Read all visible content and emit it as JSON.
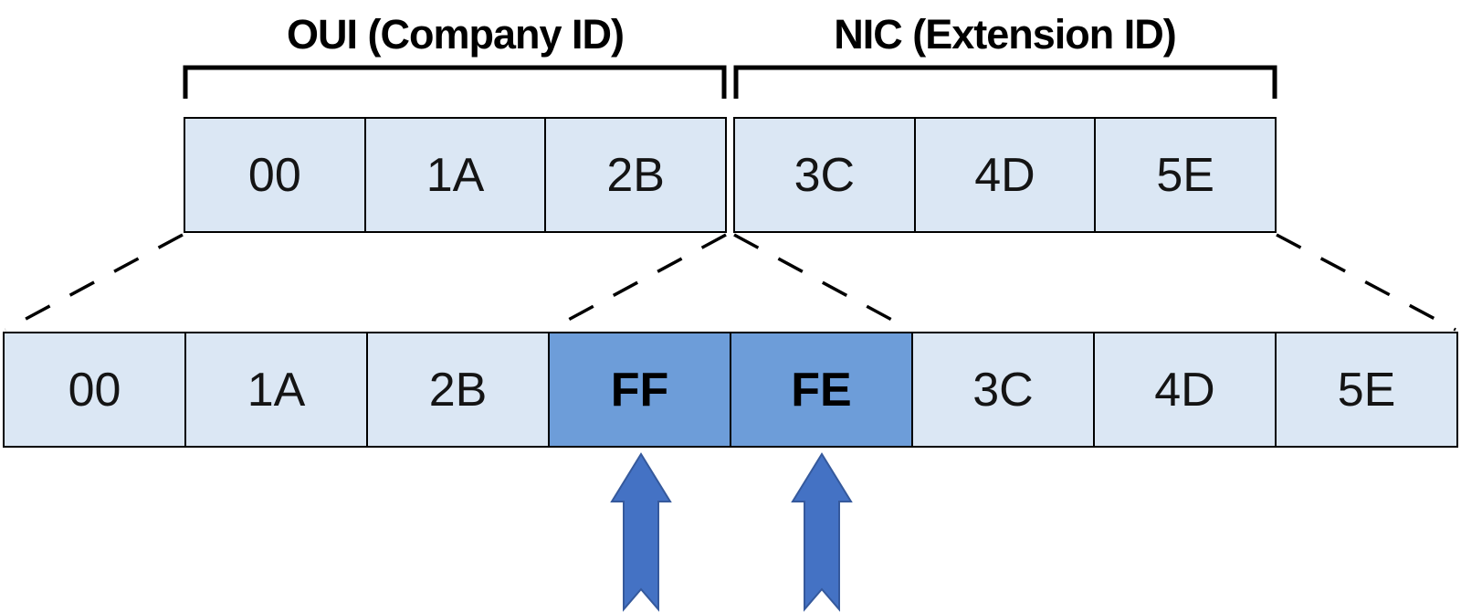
{
  "labels": {
    "oui": "OUI (Company ID)",
    "nic": "NIC (Extension ID)"
  },
  "mac_address": {
    "oui_bytes": [
      "00",
      "1A",
      "2B"
    ],
    "nic_bytes": [
      "3C",
      "4D",
      "5E"
    ]
  },
  "eui64": {
    "bytes": [
      "00",
      "1A",
      "2B",
      "FF",
      "FE",
      "3C",
      "4D",
      "5E"
    ],
    "inserted_bytes": [
      "FF",
      "FE"
    ]
  },
  "colors": {
    "cell_fill": "#dbe7f4",
    "inserted_cell_fill": "#6d9dd9",
    "arrow_fill": "#4472c4",
    "arrow_stroke": "#35599c",
    "line": "#000000"
  }
}
